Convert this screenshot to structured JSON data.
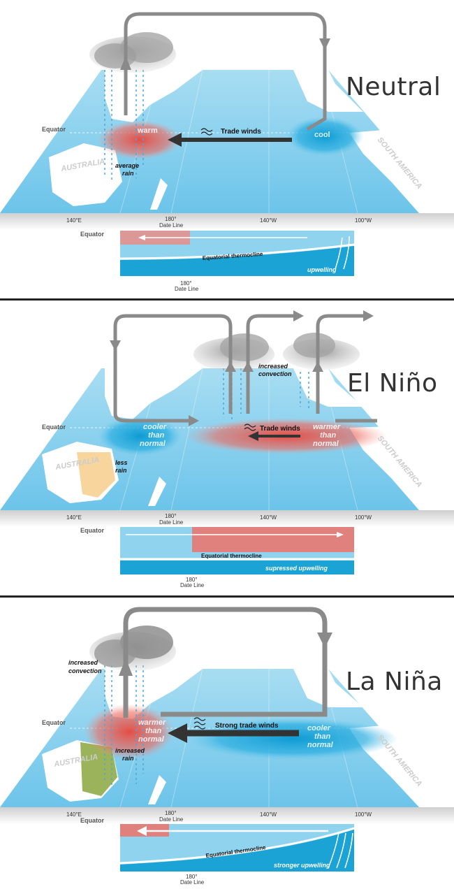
{
  "panels": [
    {
      "title": "Neutral",
      "equator": "Equator",
      "trade_winds": "Trade winds",
      "warm": "warm",
      "cool": "cool",
      "rain_label_1": "average",
      "rain_label_2": "rain",
      "australia": "AUSTRALIA",
      "south_america": "SOUTH AMERICA",
      "lon_140e": "140°E",
      "lon_180": "180°",
      "date_line": "Date Line",
      "lon_140w": "140°W",
      "lon_100w": "100°W",
      "thermocline": "Equatorial thermocline",
      "upwelling": "upwelling",
      "convection_1": "",
      "convection_2": ""
    },
    {
      "title": "El Niño",
      "equator": "Equator",
      "trade_winds": "Trade winds",
      "west_1": "cooler",
      "west_2": "than",
      "west_3": "normal",
      "east_1": "warmer",
      "east_2": "than",
      "east_3": "normal",
      "rain_label_1": "less",
      "rain_label_2": "rain",
      "australia": "AUSTRALIA",
      "south_america": "SOUTH AMERICA",
      "lon_140e": "140°E",
      "lon_180": "180°",
      "date_line": "Date Line",
      "lon_140w": "140°W",
      "lon_100w": "100°W",
      "thermocline": "Equatorial thermocline",
      "upwelling": "supressed upwelling",
      "convection_1": "increased",
      "convection_2": "convection"
    },
    {
      "title": "La Niña",
      "equator": "Equator",
      "trade_winds": "Strong trade winds",
      "west_1": "warmer",
      "west_2": "than",
      "west_3": "normal",
      "east_1": "cooler",
      "east_2": "than",
      "east_3": "normal",
      "rain_label_1": "increased",
      "rain_label_2": "rain",
      "australia": "AUSTRALIA",
      "south_america": "SOUTH AMERICA",
      "lon_140e": "140°E",
      "lon_180": "180°",
      "date_line": "Date Line",
      "lon_140w": "140°W",
      "lon_100w": "100°W",
      "thermocline": "Equatorial thermocline",
      "upwelling": "stronger upwelling",
      "convection_1": "increased",
      "convection_2": "convection"
    }
  ],
  "colors": {
    "ocean": "#8fd3ee",
    "ocean_deep": "#1aa3d4",
    "warm": "#e8463c",
    "land": "#ffffff",
    "arrow_gray": "#8a8a8a",
    "less_rain": "#f7d59c",
    "more_rain": "#9bb35a"
  }
}
